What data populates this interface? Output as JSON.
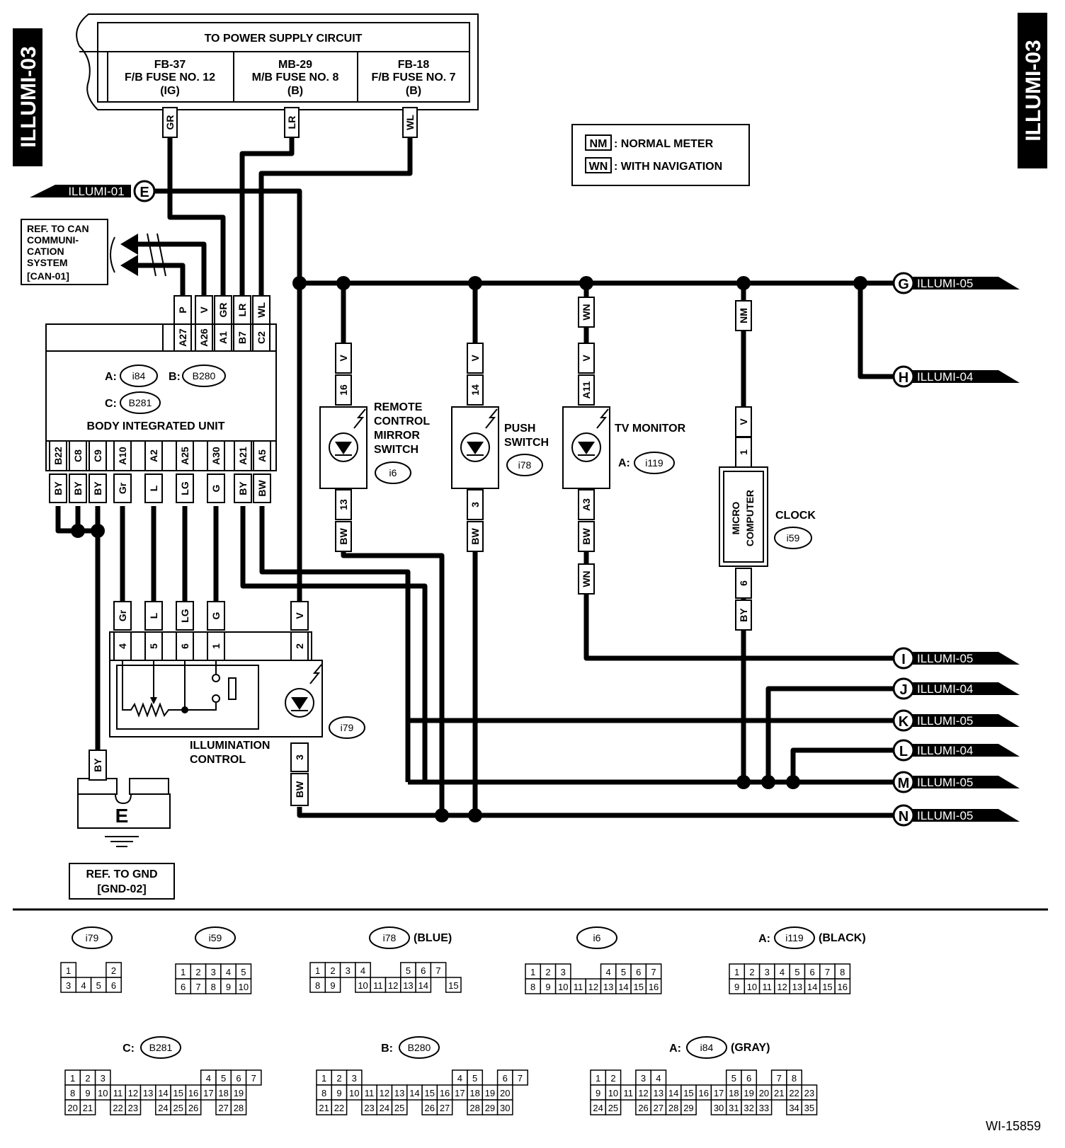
{
  "sheet": {
    "tab_left": "ILLUMI-03",
    "tab_right": "ILLUMI-03",
    "drawing_id": "WI-15859"
  },
  "legend": {
    "nm_code": "NM",
    "nm_text": ": NORMAL METER",
    "wn_code": "WN",
    "wn_text": ": WITH NAVIGATION"
  },
  "power_supply": {
    "title": "TO POWER SUPPLY CIRCUIT",
    "fuses": [
      {
        "l1": "FB-37",
        "l2": "F/B FUSE NO. 12",
        "l3": "(IG)",
        "wire": "GR"
      },
      {
        "l1": "MB-29",
        "l2": "M/B FUSE NO. 8",
        "l3": "(B)",
        "wire": "LR"
      },
      {
        "l1": "FB-18",
        "l2": "F/B FUSE NO. 7",
        "l3": "(B)",
        "wire": "WL"
      }
    ]
  },
  "can_ref": {
    "l1": "REF. TO CAN",
    "l2": "COMMUNI-",
    "l3": "CATION",
    "l4": "SYSTEM",
    "l5": "[CAN-01]"
  },
  "offpage": {
    "E": {
      "letter": "E",
      "label": "ILLUMI-01"
    },
    "G": {
      "letter": "G",
      "label": "ILLUMI-05"
    },
    "H": {
      "letter": "H",
      "label": "ILLUMI-04"
    },
    "I": {
      "letter": "I",
      "label": "ILLUMI-05"
    },
    "J": {
      "letter": "J",
      "label": "ILLUMI-04"
    },
    "K": {
      "letter": "K",
      "label": "ILLUMI-05"
    },
    "L": {
      "letter": "L",
      "label": "ILLUMI-04"
    },
    "M": {
      "letter": "M",
      "label": "ILLUMI-05"
    },
    "N": {
      "letter": "N",
      "label": "ILLUMI-05"
    }
  },
  "biu": {
    "name": "BODY INTEGRATED UNIT",
    "conn_a_prefix": "A:",
    "conn_a": "i84",
    "conn_b_prefix": "B:",
    "conn_b": "B280",
    "conn_c_prefix": "C:",
    "conn_c": "B281",
    "top_pins": [
      "A27",
      "A26",
      "A1",
      "B7",
      "C2"
    ],
    "top_wires": [
      "P",
      "V",
      "GR",
      "LR",
      "WL"
    ],
    "bottom_pins": [
      "B22",
      "C8",
      "C9",
      "A10",
      "A2",
      "A25",
      "A30",
      "A21",
      "A5"
    ],
    "bottom_wires": [
      "BY",
      "BY",
      "BY",
      "Gr",
      "L",
      "LG",
      "G",
      "BY",
      "BW"
    ]
  },
  "components": {
    "mirror": {
      "l1": "REMOTE",
      "l2": "CONTROL",
      "l3": "MIRROR",
      "l4": "SWITCH",
      "conn": "i6",
      "pin_top": "16",
      "wire_top": "V",
      "pin_bot": "13",
      "wire_bot": "BW"
    },
    "push": {
      "l1": "PUSH",
      "l2": "SWITCH",
      "conn": "i78",
      "pin_top": "14",
      "wire_top": "V",
      "pin_bot": "3",
      "wire_bot": "BW"
    },
    "tv": {
      "l1": "TV MONITOR",
      "conn_prefix": "A:",
      "conn": "i119",
      "tag_top": "WN",
      "pin_top": "A11",
      "wire_top": "V",
      "pin_bot": "A3",
      "wire_bot": "BW",
      "tag_bot": "WN"
    },
    "clock": {
      "l1": "CLOCK",
      "conn": "i59",
      "micro1": "MICRO",
      "micro2": "COMPUTER",
      "tag_top": "NM",
      "wire_top": "V",
      "pin_top": "1",
      "pin_bot": "6",
      "wire_bot": "BY"
    },
    "illum": {
      "l1": "ILLUMINATION",
      "l2": "CONTROL",
      "conn": "i79",
      "pins": [
        "4",
        "5",
        "6",
        "1",
        "2"
      ],
      "wires": [
        "Gr",
        "L",
        "LG",
        "G",
        "V"
      ],
      "pin_bot": "3",
      "wire_bot": "BW"
    }
  },
  "ground": {
    "wire": "BY",
    "letter": "E",
    "ref1": "REF. TO GND",
    "ref2": "[GND-02]"
  },
  "connectors": {
    "i79": {
      "title": "i79",
      "row1": [
        "1",
        "",
        "",
        "2"
      ],
      "row2": [
        "3",
        "4",
        "5",
        "6"
      ]
    },
    "i59": {
      "title": "i59",
      "row1": [
        "1",
        "2",
        "3",
        "4",
        "5"
      ],
      "row2": [
        "6",
        "7",
        "8",
        "9",
        "10"
      ]
    },
    "i78": {
      "title": "i78",
      "suffix": "(BLUE)",
      "row1": [
        "1",
        "2",
        "3",
        "4",
        "",
        "",
        "5",
        "6",
        "7"
      ],
      "row2": [
        "8",
        "9",
        "",
        "10",
        "11",
        "12",
        "13",
        "14",
        "",
        "15"
      ]
    },
    "i6": {
      "title": "i6",
      "row1": [
        "1",
        "2",
        "3",
        "",
        "",
        "4",
        "5",
        "6",
        "7"
      ],
      "row2": [
        "8",
        "9",
        "10",
        "11",
        "12",
        "13",
        "14",
        "15",
        "16"
      ]
    },
    "i119": {
      "title": "i119",
      "prefix": "A:",
      "suffix": "(BLACK)",
      "row1": [
        "1",
        "2",
        "3",
        "4",
        "5",
        "6",
        "7",
        "8"
      ],
      "row2": [
        "9",
        "10",
        "11",
        "12",
        "13",
        "14",
        "15",
        "16"
      ]
    },
    "B281": {
      "title": "B281",
      "prefix": "C:",
      "row1": [
        "1",
        "2",
        "3",
        "",
        "",
        "",
        "",
        "",
        "",
        "4",
        "5",
        "6",
        "7"
      ],
      "row2": [
        "8",
        "9",
        "10",
        "11",
        "12",
        "13",
        "14",
        "15",
        "16",
        "17",
        "18",
        "19"
      ],
      "row3": [
        "20",
        "21",
        "",
        "22",
        "23",
        "",
        "24",
        "25",
        "26",
        "",
        "27",
        "28"
      ]
    },
    "B280": {
      "title": "B280",
      "prefix": "B:",
      "row1": [
        "1",
        "2",
        "3",
        "",
        "",
        "",
        "",
        "",
        "",
        "4",
        "5",
        "",
        "6",
        "7"
      ],
      "row2": [
        "8",
        "9",
        "10",
        "11",
        "12",
        "13",
        "14",
        "15",
        "16",
        "17",
        "18",
        "19",
        "20"
      ],
      "row3": [
        "21",
        "22",
        "",
        "23",
        "24",
        "25",
        "",
        "26",
        "27",
        "",
        "28",
        "29",
        "30"
      ]
    },
    "i84": {
      "title": "i84",
      "prefix": "A:",
      "suffix": "(GRAY)",
      "row1": [
        "1",
        "2",
        "",
        "3",
        "4",
        "",
        "",
        "",
        "",
        "5",
        "6",
        "",
        "7",
        "8"
      ],
      "row2": [
        "9",
        "10",
        "11",
        "12",
        "13",
        "14",
        "15",
        "16",
        "17",
        "18",
        "19",
        "20",
        "21",
        "22",
        "23"
      ],
      "row3": [
        "24",
        "25",
        "",
        "26",
        "27",
        "28",
        "29",
        "",
        "30",
        "31",
        "32",
        "33",
        "",
        "34",
        "35"
      ]
    }
  }
}
